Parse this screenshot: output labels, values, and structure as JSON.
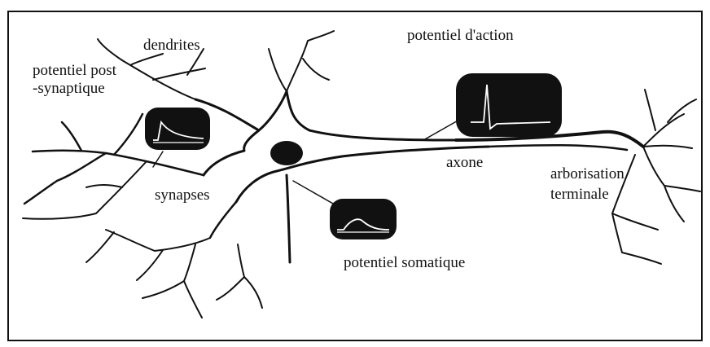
{
  "labels": {
    "dendrites": "dendrites",
    "psp_line1": "potentiel post",
    "psp_line2": "-synaptique",
    "action_potential": "potentiel d'action",
    "synapses": "synapses",
    "axon": "axone",
    "arborisation_line1": "arborisation",
    "arborisation_line2": "terminale",
    "somatic_potential": "potentiel somatique"
  },
  "colors": {
    "ink": "#111111",
    "box_fill": "#111111",
    "trace": "#ffffff",
    "background": "#ffffff"
  }
}
